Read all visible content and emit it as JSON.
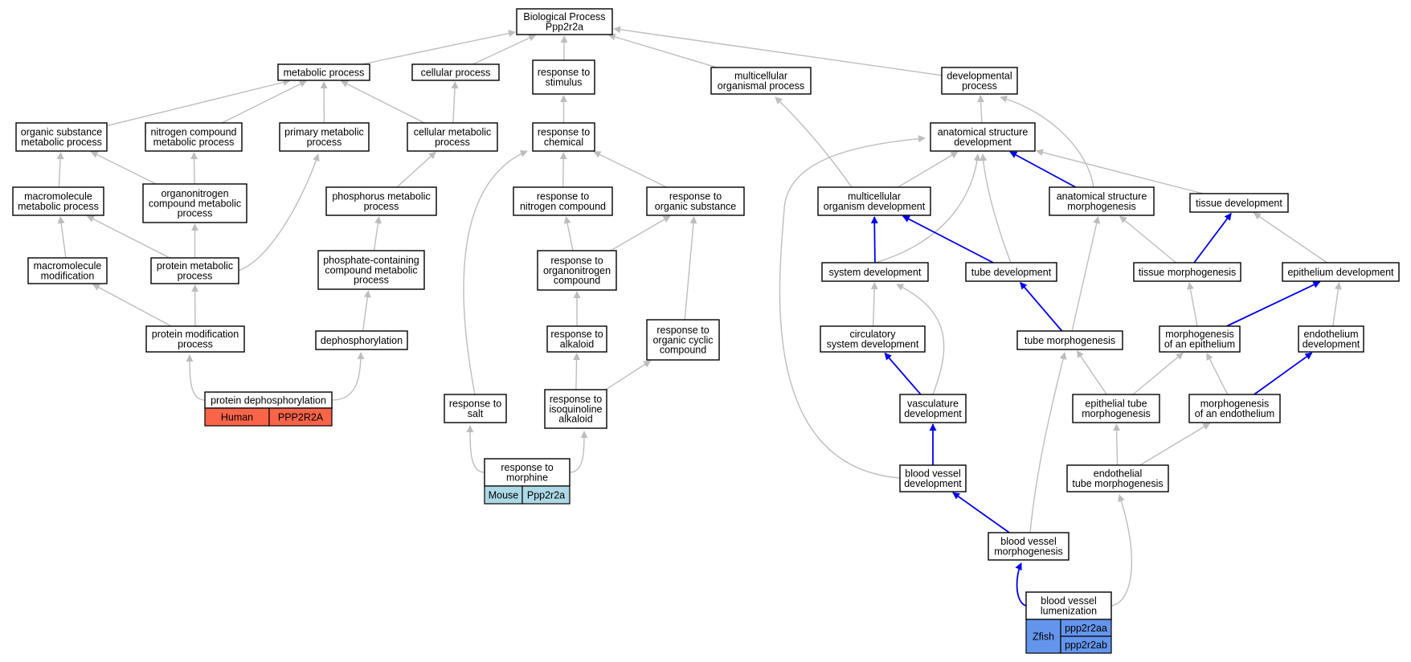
{
  "colors": {
    "edge_gray": "#bdbdbd",
    "edge_blue": "#0000ee",
    "human": "#fa6449",
    "mouse": "#add8e6",
    "zfish": "#6495ed"
  },
  "nodes": {
    "bp": [
      "Biological Process",
      "Ppp2r2a"
    ],
    "met": [
      "metabolic process"
    ],
    "cel": [
      "cellular process"
    ],
    "rstim": [
      "response to",
      "stimulus"
    ],
    "mop": [
      "multicellular",
      "organismal process"
    ],
    "dev": [
      "developmental",
      "process"
    ],
    "osm": [
      "organic substance",
      "metabolic process"
    ],
    "ncm": [
      "nitrogen compound",
      "metabolic process"
    ],
    "pmp": [
      "primary metabolic",
      "process"
    ],
    "cmp": [
      "cellular metabolic",
      "process"
    ],
    "rchem": [
      "response to",
      "chemical"
    ],
    "asd": [
      "anatomical structure",
      "development"
    ],
    "mmp": [
      "macromolecule",
      "metabolic process"
    ],
    "oncm": [
      "organonitrogen",
      "compound metabolic",
      "process"
    ],
    "phmp": [
      "phosphorus metabolic",
      "process"
    ],
    "rnc": [
      "response to",
      "nitrogen compound"
    ],
    "ros": [
      "response to",
      "organic substance"
    ],
    "mod": [
      "multicellular",
      "organism development"
    ],
    "asm": [
      "anatomical structure",
      "morphogenesis"
    ],
    "td": [
      "tissue development"
    ],
    "mmod": [
      "macromolecule",
      "modification"
    ],
    "prmp": [
      "protein metabolic",
      "process"
    ],
    "pccm": [
      "phosphate-containing",
      "compound metabolic",
      "process"
    ],
    "roc": [
      "response to",
      "organonitrogen",
      "compound"
    ],
    "sysd": [
      "system development"
    ],
    "tubd": [
      "tube development"
    ],
    "tmor": [
      "tissue morphogenesis"
    ],
    "epd": [
      "epithelium development"
    ],
    "pmod": [
      "protein modification",
      "process"
    ],
    "deph": [
      "dephosphorylation"
    ],
    "ralk": [
      "response to",
      "alkaloid"
    ],
    "rocc": [
      "response to",
      "organic cyclic",
      "compound"
    ],
    "csd": [
      "circulatory",
      "system development"
    ],
    "tmorph": [
      "tube morphogenesis"
    ],
    "moe": [
      "morphogenesis",
      "of an epithelium"
    ],
    "endd": [
      "endothelium",
      "development"
    ],
    "pdep": [
      "protein dephosphorylation"
    ],
    "rsalt": [
      "response to",
      "salt"
    ],
    "ria": [
      "response to",
      "isoquinoline",
      "alkaloid"
    ],
    "vasd": [
      "vasculature",
      "development"
    ],
    "etm": [
      "epithelial tube",
      "morphogenesis"
    ],
    "moen": [
      "morphogenesis",
      "of an endothelium"
    ],
    "rmor": [
      "response to",
      "morphine"
    ],
    "bvd": [
      "blood vessel",
      "development"
    ],
    "etmo": [
      "endothelial",
      "tube morphogenesis"
    ],
    "bvm": [
      "blood vessel",
      "morphogenesis"
    ],
    "bvl": [
      "blood vessel",
      "lumenization"
    ]
  },
  "annotations": {
    "human": {
      "species": "Human",
      "genes": [
        "PPP2R2A"
      ]
    },
    "mouse": {
      "species": "Mouse",
      "genes": [
        "Ppp2r2a"
      ]
    },
    "zfish": {
      "species": "Zfish",
      "genes": [
        "ppp2r2aa",
        "ppp2r2ab"
      ]
    }
  },
  "edges": [
    [
      "met",
      "bp",
      "g"
    ],
    [
      "cel",
      "bp",
      "g"
    ],
    [
      "rstim",
      "bp",
      "g"
    ],
    [
      "mop",
      "bp",
      "g"
    ],
    [
      "dev",
      "bp",
      "g"
    ],
    [
      "osm",
      "met",
      "g"
    ],
    [
      "ncm",
      "met",
      "g"
    ],
    [
      "pmp",
      "met",
      "g"
    ],
    [
      "cmp",
      "met",
      "g"
    ],
    [
      "cmp",
      "cel",
      "g"
    ],
    [
      "rchem",
      "rstim",
      "g"
    ],
    [
      "asd",
      "dev",
      "g"
    ],
    [
      "mmp",
      "osm",
      "g"
    ],
    [
      "oncm",
      "ncm",
      "g"
    ],
    [
      "oncm",
      "osm",
      "g"
    ],
    [
      "phmp",
      "cmp",
      "g"
    ],
    [
      "rnc",
      "rchem",
      "g"
    ],
    [
      "ros",
      "rchem",
      "g"
    ],
    [
      "mod",
      "mop",
      "g"
    ],
    [
      "mod",
      "asd",
      "g"
    ],
    [
      "asm",
      "dev",
      "g"
    ],
    [
      "asm",
      "asd",
      "b"
    ],
    [
      "td",
      "asd",
      "g"
    ],
    [
      "mmod",
      "mmp",
      "g"
    ],
    [
      "prmp",
      "mmp",
      "g"
    ],
    [
      "prmp",
      "oncm",
      "g"
    ],
    [
      "prmp",
      "pmp",
      "g"
    ],
    [
      "pccm",
      "phmp",
      "g"
    ],
    [
      "roc",
      "ros",
      "g"
    ],
    [
      "roc",
      "rnc",
      "g"
    ],
    [
      "sysd",
      "mod",
      "b"
    ],
    [
      "sysd",
      "asd",
      "g"
    ],
    [
      "tubd",
      "mod",
      "b"
    ],
    [
      "tubd",
      "asd",
      "g"
    ],
    [
      "tmor",
      "asm",
      "g"
    ],
    [
      "tmor",
      "td",
      "b"
    ],
    [
      "epd",
      "td",
      "g"
    ],
    [
      "pmod",
      "mmod",
      "g"
    ],
    [
      "pmod",
      "prmp",
      "g"
    ],
    [
      "deph",
      "pccm",
      "g"
    ],
    [
      "ralk",
      "roc",
      "g"
    ],
    [
      "rocc",
      "ros",
      "g"
    ],
    [
      "csd",
      "sysd",
      "g"
    ],
    [
      "tmorph",
      "tubd",
      "b"
    ],
    [
      "tmorph",
      "asm",
      "g"
    ],
    [
      "moe",
      "tmor",
      "g"
    ],
    [
      "moe",
      "epd",
      "b"
    ],
    [
      "endd",
      "epd",
      "g"
    ],
    [
      "pdep",
      "pmod",
      "g"
    ],
    [
      "pdep",
      "deph",
      "g"
    ],
    [
      "rsalt",
      "rchem",
      "g"
    ],
    [
      "ria",
      "ralk",
      "g"
    ],
    [
      "ria",
      "rocc",
      "g"
    ],
    [
      "vasd",
      "csd",
      "b"
    ],
    [
      "vasd",
      "sysd",
      "g"
    ],
    [
      "etm",
      "tmorph",
      "g"
    ],
    [
      "etm",
      "moe",
      "g"
    ],
    [
      "moen",
      "moe",
      "g"
    ],
    [
      "moen",
      "endd",
      "b"
    ],
    [
      "rmor",
      "rsalt",
      "g"
    ],
    [
      "rmor",
      "ria",
      "g"
    ],
    [
      "bvd",
      "vasd",
      "b"
    ],
    [
      "bvd",
      "asd",
      "g"
    ],
    [
      "etmo",
      "etm",
      "g"
    ],
    [
      "etmo",
      "moen",
      "g"
    ],
    [
      "bvm",
      "bvd",
      "b"
    ],
    [
      "bvm",
      "tmorph",
      "g"
    ],
    [
      "bvl",
      "bvm",
      "b"
    ],
    [
      "bvl",
      "etmo",
      "g"
    ]
  ]
}
